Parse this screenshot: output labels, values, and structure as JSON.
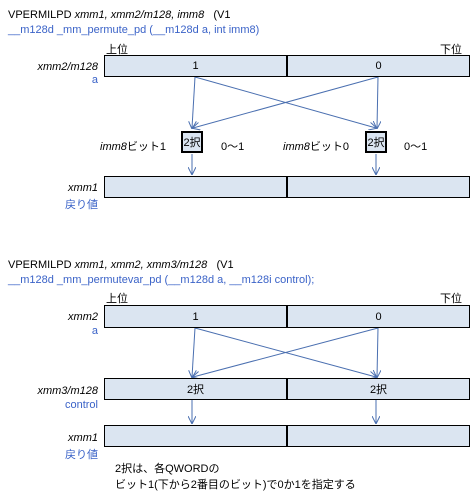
{
  "section1": {
    "title_prefix": "VPERMILPD ",
    "title_operands": "xmm1, xmm2/m128, imm8",
    "title_suffix": "(V1",
    "intrinsic": "__m128d _mm_permute_pd (__m128d a, int imm8)",
    "high_label": "上位",
    "low_label": "下位",
    "src_label": "xmm2/m128",
    "src_sub": "a",
    "src_cells": [
      "1",
      "0"
    ],
    "sel_left_label_it": "imm8",
    "sel_left_label": "ビット1",
    "sel_right_label_it": "imm8",
    "sel_right_label": "ビット0",
    "sel_text": "2択",
    "range_text": "0～1",
    "dst_label": "xmm1",
    "dst_sub": "戻り値"
  },
  "section2": {
    "title_prefix": "VPERMILPD ",
    "title_operands": "xmm1, xmm2, xmm3/m128",
    "title_suffix": "(V1",
    "intrinsic": "__m128d _mm_permutevar_pd (__m128d a, __m128i control);",
    "high_label": "上位",
    "low_label": "下位",
    "src_label": "xmm2",
    "src_sub": "a",
    "src_cells": [
      "1",
      "0"
    ],
    "ctrl_label": "xmm3/m128",
    "ctrl_sub": "control",
    "ctrl_cells": [
      "2択",
      "2択"
    ],
    "dst_label": "xmm1",
    "dst_sub": "戻り値",
    "note_line1": "2択は、各QWORDの",
    "note_line2": "ビット1(下から2番目のビット)で0か1を指定する"
  }
}
